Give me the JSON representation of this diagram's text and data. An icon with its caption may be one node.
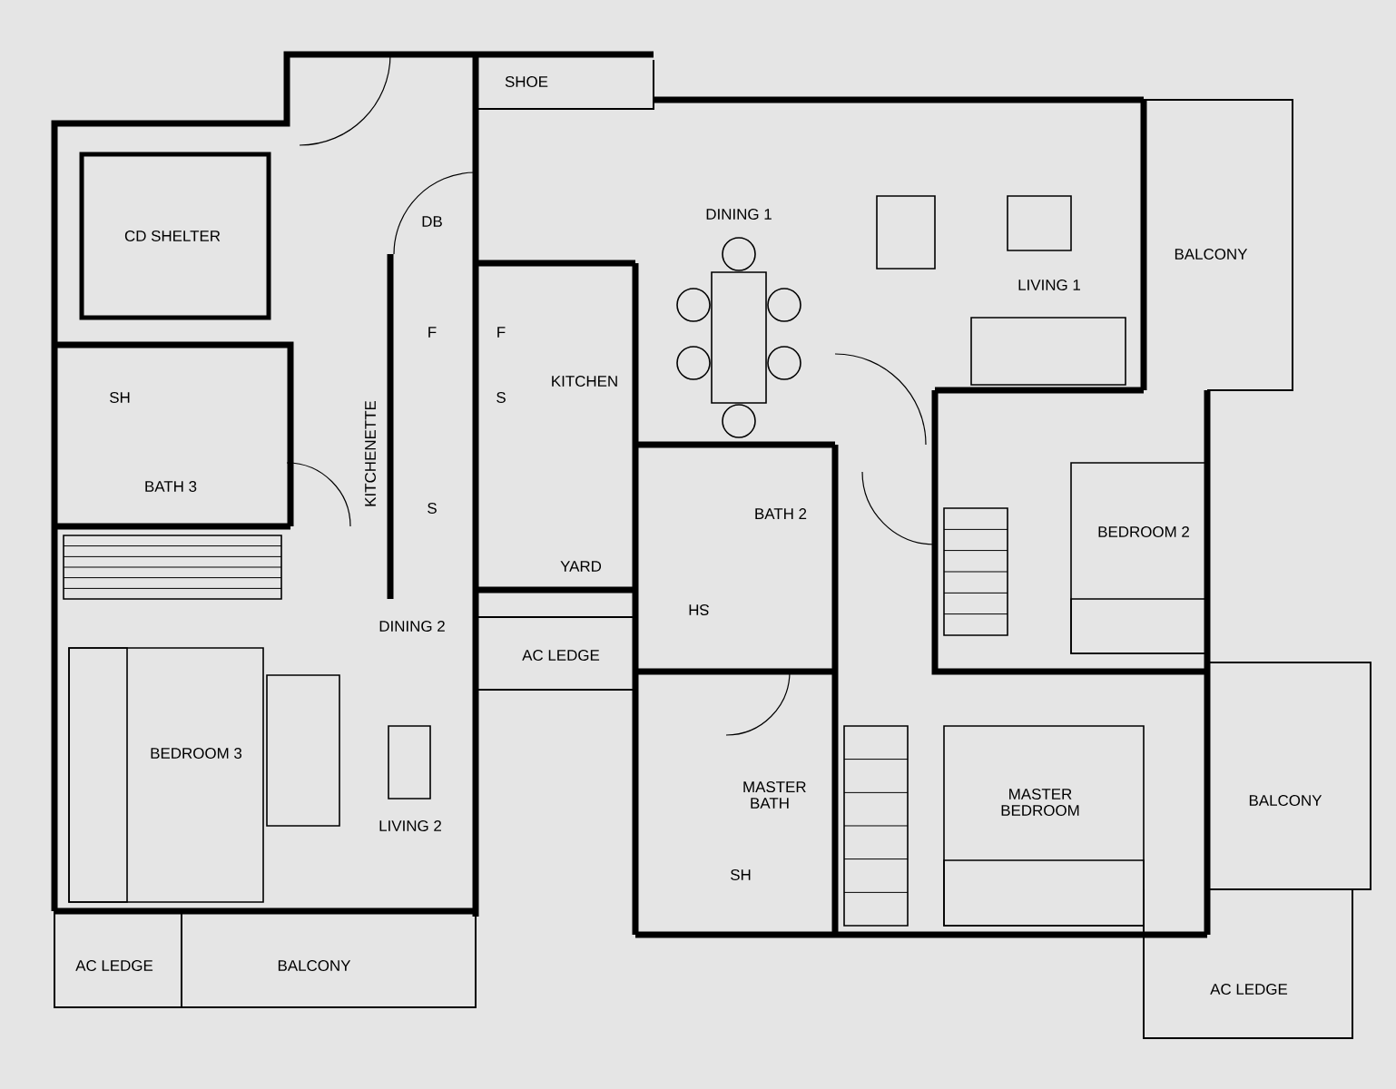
{
  "diagram": {
    "labels": [
      "SHOE",
      "DINING 1",
      "CD SHELTER",
      "DB",
      "LIVING 1",
      "BALCONY",
      "F",
      "F",
      "SH",
      "KITCHEN",
      "S",
      "KITCHENETTE",
      "BATH 3",
      "S",
      "BEDROOM 2",
      "BATH 2",
      "YARD",
      "SH",
      "DINING 2",
      "AC LEDGE",
      "BEDROOM 3",
      "MASTER BATH",
      "MASTER BEDROOM",
      "BALCONY",
      "LIVING 2",
      "SH",
      "AC LEDGE",
      "BALCONY",
      "AC LEDGE"
    ]
  }
}
